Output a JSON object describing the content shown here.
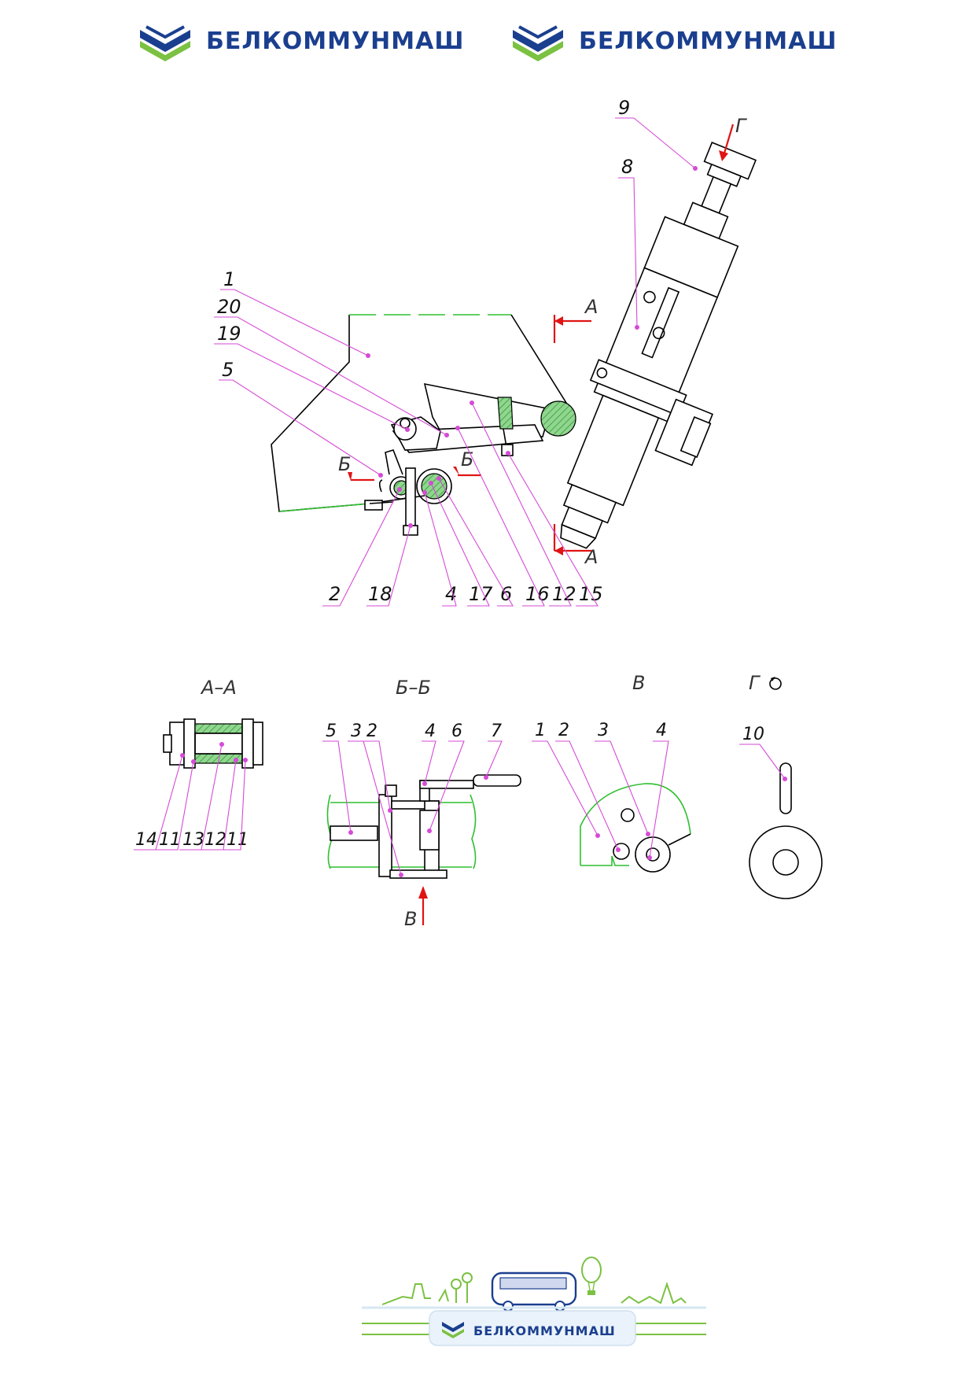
{
  "header": {
    "logo_left_text": "БЕЛКОММУНМАШ",
    "logo_right_text": "БЕЛКОММУНМАШ"
  },
  "main_view": {
    "callouts": [
      "1",
      "20",
      "19",
      "5",
      "9",
      "8",
      "2",
      "18",
      "4",
      "17",
      "6",
      "16",
      "12",
      "15"
    ],
    "section_marks": {
      "a": "А",
      "b": "Б",
      "g": "Г"
    }
  },
  "section_aa": {
    "title": "А–А",
    "callouts": [
      "14",
      "11",
      "13",
      "12",
      "11"
    ]
  },
  "section_bb": {
    "title": "Б–Б",
    "callouts": [
      "5",
      "3",
      "2",
      "4",
      "6",
      "7"
    ],
    "view_mark": "В"
  },
  "view_v": {
    "title": "В",
    "callouts": [
      "1",
      "2",
      "3",
      "4"
    ]
  },
  "view_g": {
    "title": "Г",
    "callouts": [
      "10"
    ]
  },
  "footer": {
    "logo_text": "БЕЛКОММУНМАШ"
  },
  "colors": {
    "brand_blue": "#1b3f8f",
    "brand_green": "#7bc142",
    "leader_magenta": "#d64ad6",
    "section_red": "#e01414",
    "hidden_green": "#2fbf2f"
  }
}
